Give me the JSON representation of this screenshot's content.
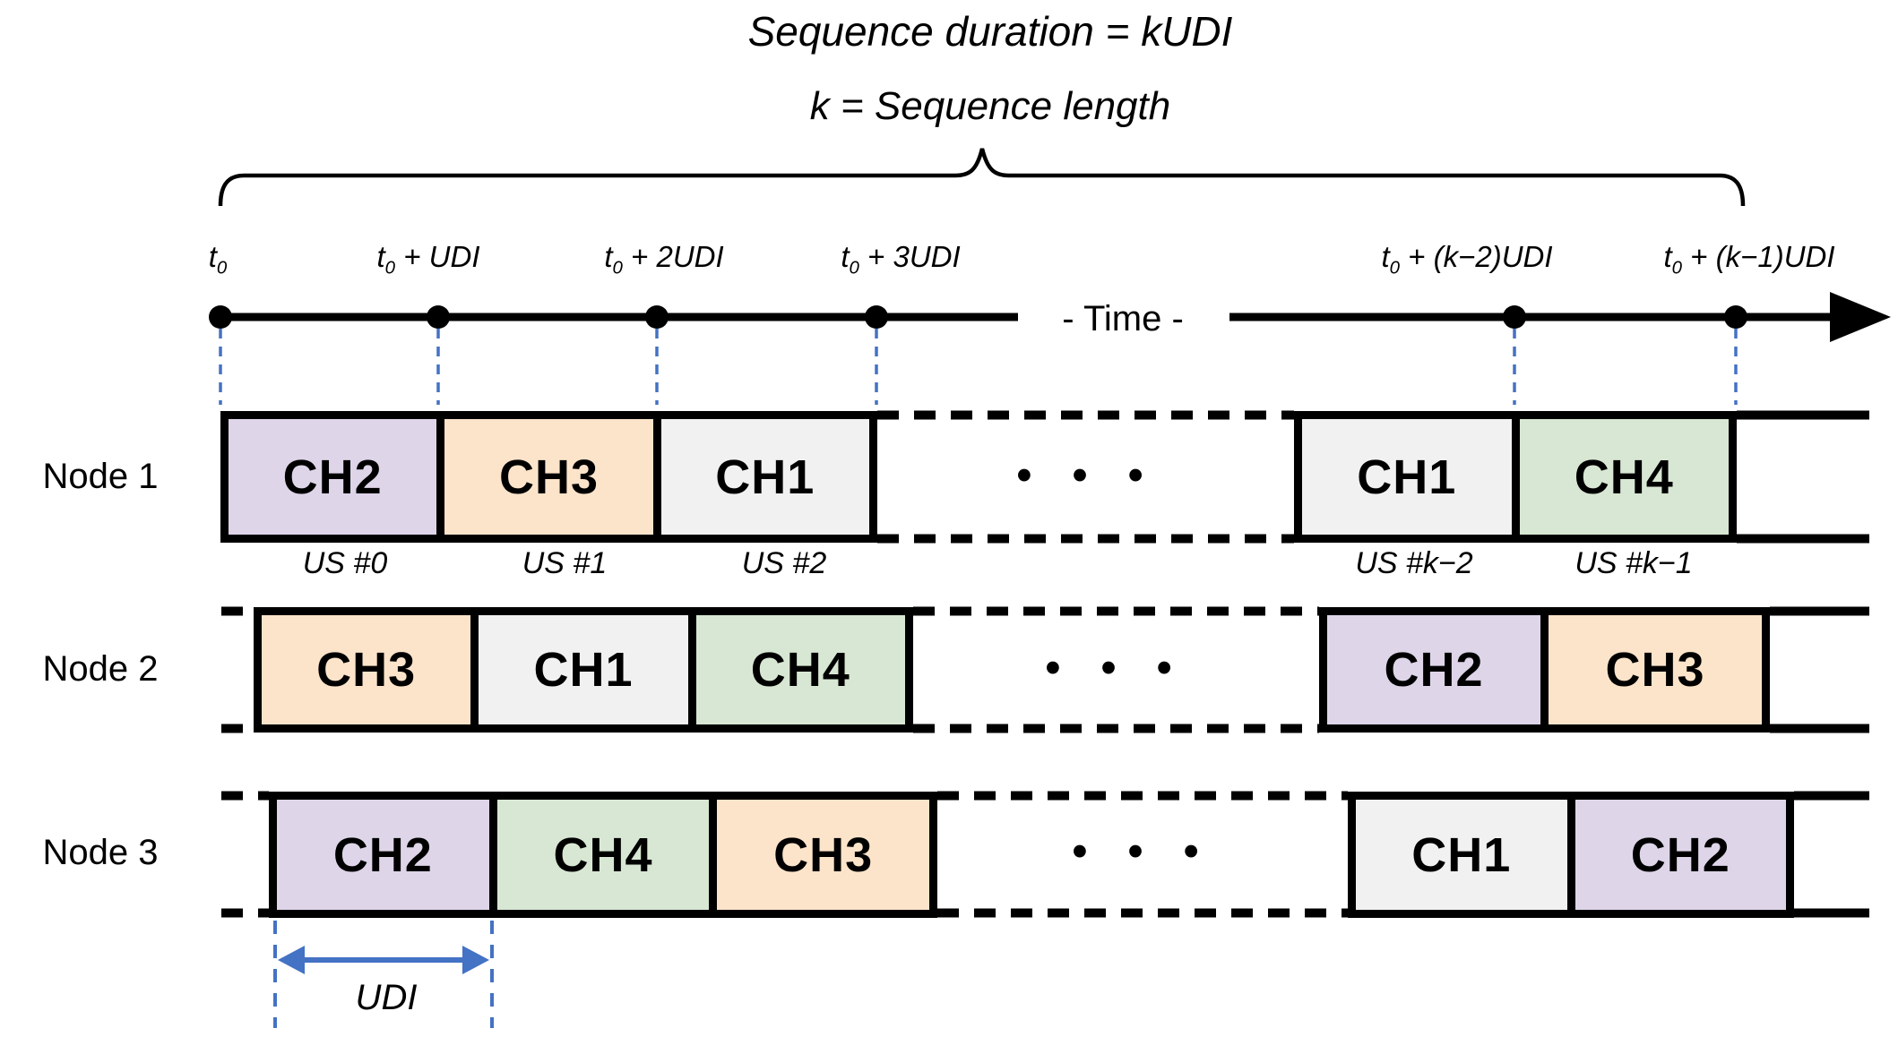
{
  "title": {
    "line1": "Sequence duration = kUDI",
    "line2": "k = Sequence length"
  },
  "timeline": {
    "time_label": "- Time -",
    "ticks": [
      {
        "pre": "t",
        "sub": "0",
        "post": ""
      },
      {
        "pre": "t",
        "sub": "0",
        "post": " + UDI"
      },
      {
        "pre": "t",
        "sub": "0",
        "post": " + 2UDI"
      },
      {
        "pre": "t",
        "sub": "0",
        "post": " + 3UDI"
      },
      {
        "pre": "t",
        "sub": "0",
        "post": " + (k−2)UDI"
      },
      {
        "pre": "t",
        "sub": "0",
        "post": " + (k−1)UDI"
      }
    ]
  },
  "colors": {
    "ch1": "#F1F1F1",
    "ch2": "#DED5E9",
    "ch3": "#FCE4CA",
    "ch4": "#D8E7D3",
    "accent_blue": "#4472C4",
    "line_black": "#000000"
  },
  "misc": {
    "ellipsis": "• • •"
  },
  "nodes": [
    {
      "label": "Node 1",
      "left_blocks": [
        "CH2",
        "CH3",
        "CH1"
      ],
      "right_blocks": [
        "CH1",
        "CH4"
      ],
      "us_labels": [
        "US #0",
        "US #1",
        "US #2",
        "US #k−2",
        "US #k−1"
      ]
    },
    {
      "label": "Node 2",
      "left_blocks": [
        "CH3",
        "CH1",
        "CH4"
      ],
      "right_blocks": [
        "CH2",
        "CH3"
      ]
    },
    {
      "label": "Node 3",
      "left_blocks": [
        "CH2",
        "CH4",
        "CH3"
      ],
      "right_blocks": [
        "CH1",
        "CH2"
      ]
    }
  ],
  "udi": {
    "label": "UDI"
  }
}
